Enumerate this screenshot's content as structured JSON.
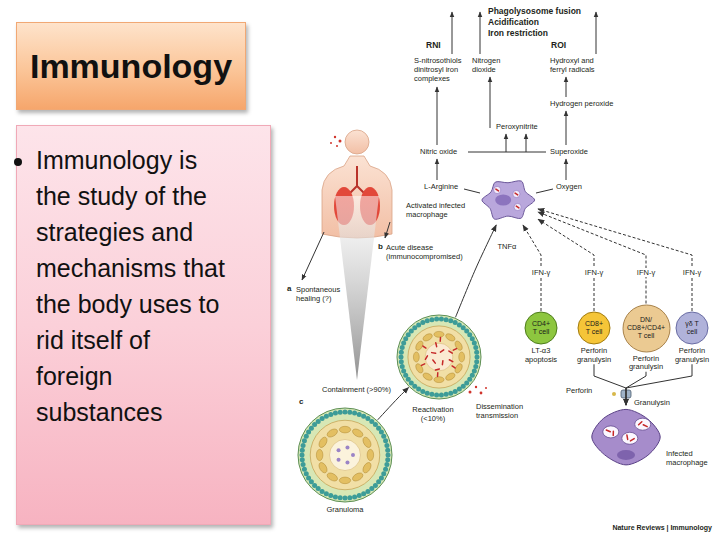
{
  "diagram": {
    "title": "Immunology",
    "nodes": [
      {
        "text": [
          "Immunology is the study of the strategies and mechanisms that the body uses to rid itself of foreign substances"
        ]
      },
      {
        "text": [
          "Activated infected macrophage"
        ]
      },
      {
        "text": [
          "CD4+ T cell",
          "LT-α3 apoptosis"
        ]
      },
      {
        "text": [
          "CD8+ T cell",
          "Perforin granulysin"
        ]
      },
      {
        "text": [
          "DN/ CD8+/CD4+ T cell",
          "Perforin granulysin"
        ]
      },
      {
        "text": [
          "γδ T cell",
          "Perforin granulysin"
        ]
      },
      {
        "text": [
          "Dissemination transmission"
        ]
      },
      {
        "text": [
          "Granuloma"
        ]
      },
      {
        "text": [
          "Infected macrophage"
        ]
      }
    ],
    "edges": [
      {
        "from": 2,
        "to": 1,
        "arrow": "to",
        "label": "IFN-γ"
      },
      {
        "from": 3,
        "to": 1,
        "arrow": "to",
        "label": "IFN-γ"
      },
      {
        "from": 4,
        "to": 1,
        "arrow": "to",
        "label": "IFN-γ"
      },
      {
        "from": 5,
        "to": 1,
        "arrow": "to",
        "label": "IFN-γ"
      },
      {
        "from": 6,
        "to": 1,
        "arrow": "to",
        "label": "TNFα"
      },
      {
        "from": 7,
        "to": 6,
        "arrow": "to",
        "label": "Reactivation (<10%)"
      },
      {
        "from": 3,
        "to": 8,
        "arrow": "to"
      },
      {
        "from": 4,
        "to": 8,
        "arrow": "to"
      },
      {
        "from": 5,
        "to": 8,
        "arrow": "to"
      }
    ],
    "labels": [
      "Phagolysosome fusion",
      "Acidification",
      "Iron restriction",
      "RNI",
      "ROI",
      "S-nitrosothiols dinitrosyl iron complexes",
      "Nitrogen dioxide",
      "Hydroxyl and ferryl radicals",
      "Hydrogen peroxide",
      "Peroxynitrite",
      "Nitric oxide",
      "Superoxide",
      "L-Arginine",
      "Oxygen",
      "a",
      "Spontaneous healing (?)",
      "b",
      "Acute disease (immunocompromised)",
      "Containment (>90%)",
      "c",
      "Perforin",
      "Granulysin",
      "Nature Reviews | Immunology"
    ]
  }
}
